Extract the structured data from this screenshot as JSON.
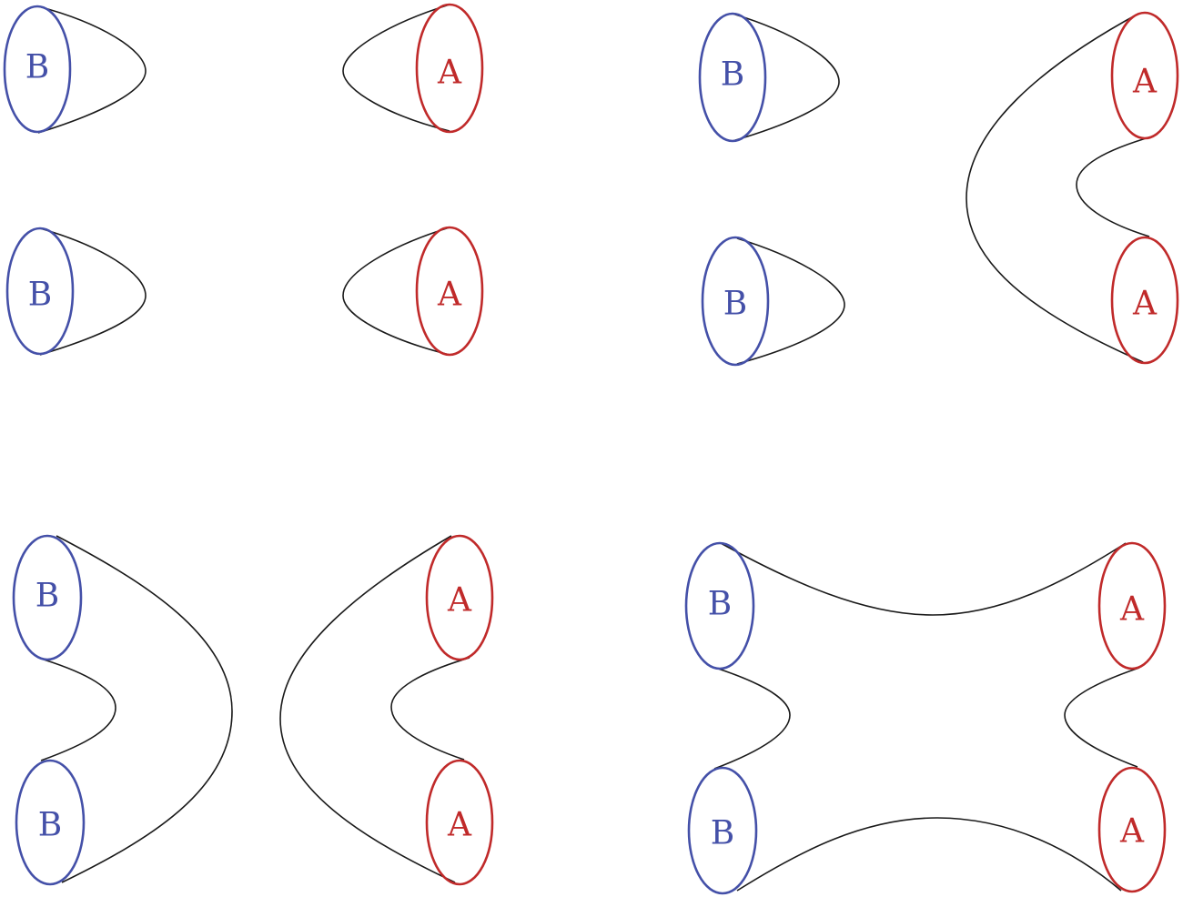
{
  "diagram": {
    "title": "",
    "colors": {
      "B_boundary": "#4450a8",
      "A_boundary": "#c02a2a",
      "surface_edge": "#1a1a1a",
      "background": "#ffffff"
    },
    "panels": [
      {
        "id": "top-left",
        "description": "Four disconnected caps: two B caps, two A caps",
        "boundaries": [
          "B",
          "A",
          "B",
          "A"
        ]
      },
      {
        "id": "top-right",
        "description": "Two B caps plus one surface connecting two A boundaries",
        "boundaries": [
          "B",
          "B",
          "A",
          "A"
        ]
      },
      {
        "id": "bottom-left",
        "description": "Surface connecting two B boundaries and separate surface connecting two A boundaries",
        "boundaries": [
          "B",
          "B",
          "A",
          "A"
        ]
      },
      {
        "id": "bottom-right",
        "description": "Single connected surface joining two B and two A boundaries",
        "boundaries": [
          "B",
          "B",
          "A",
          "A"
        ]
      }
    ]
  },
  "labels": {
    "tl_b1": "B",
    "tl_a1": "A",
    "tl_b2": "B",
    "tl_a2": "A",
    "tr_b1": "B",
    "tr_b2": "B",
    "tr_a1": "A",
    "tr_a2": "A",
    "bl_b1": "B",
    "bl_b2": "B",
    "bl_a1": "A",
    "bl_a2": "A",
    "br_b1": "B",
    "br_b2": "B",
    "br_a1": "A",
    "br_a2": "A"
  }
}
